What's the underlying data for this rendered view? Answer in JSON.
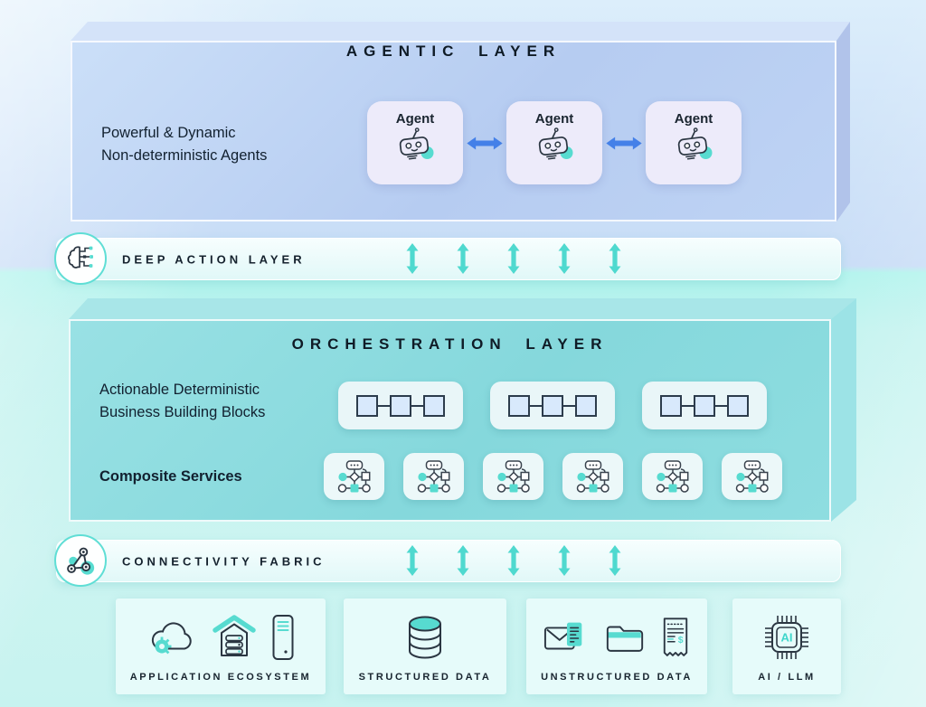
{
  "agentic": {
    "title": "AGENTIC LAYER",
    "description": [
      "Powerful & Dynamic",
      "Non-deterministic Agents"
    ],
    "agents": [
      "Agent",
      "Agent",
      "Agent"
    ]
  },
  "deep_action": {
    "title": "DEEP ACTION LAYER"
  },
  "orchestration": {
    "title": "ORCHESTRATION LAYER",
    "building_blocks_label": [
      "Actionable Deterministic",
      "Business Building Blocks"
    ],
    "composite_label": "Composite Services",
    "building_blocks_count": 3,
    "composite_services_count": 6
  },
  "connectivity": {
    "title": "CONNECTIVITY FABRIC"
  },
  "foundation": {
    "application_ecosystem": {
      "label": "APPLICATION ECOSYSTEM",
      "icons": [
        "cloud-gear-icon",
        "server-house-icon",
        "server-tower-icon"
      ]
    },
    "structured_data": {
      "label": "STRUCTURED DATA",
      "icons": [
        "database-icon"
      ]
    },
    "unstructured_data": {
      "label": "UNSTRUCTURED DATA",
      "icons": [
        "mail-document-icon",
        "folder-icon",
        "receipt-icon"
      ],
      "receipt_currency": "$"
    },
    "ai_llm": {
      "label": "AI / LLM",
      "icons": [
        "ai-chip-icon"
      ],
      "chip_text": "AI"
    }
  },
  "colors": {
    "accent_teal": "#57dbd0",
    "accent_blue": "#4480e8",
    "agentic_face": "#bbd1f3",
    "orchestration_face": "#8adadd",
    "bar_background": "#eefbfb",
    "text_dark": "#15222e"
  }
}
